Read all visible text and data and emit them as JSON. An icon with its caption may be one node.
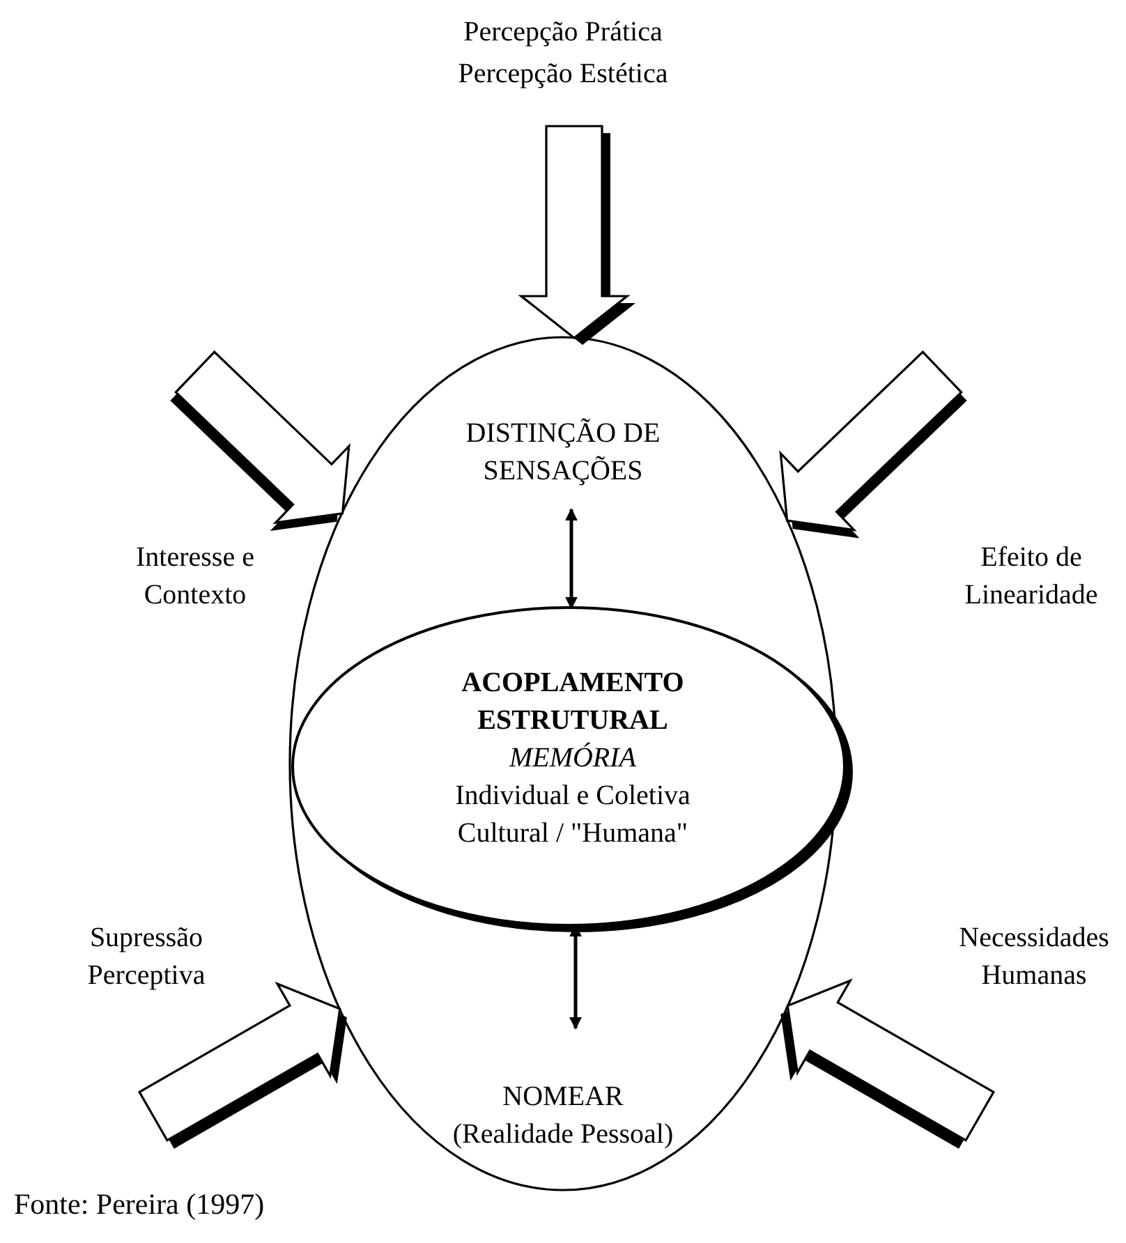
{
  "diagram": {
    "caption": "Fonte: Pereira (1997)",
    "nodes": [
      {
        "text": [],
        "shape": "ellipse"
      },
      {
        "text": [
          "DISTINÇÃO DE SENSAÇÕES"
        ],
        "in": 0
      },
      {
        "text": [
          "ACOPLAMENTO ESTRUTURAL",
          "MEMÓRIA",
          "Individual e Coletiva Cultural / \"Humana\""
        ],
        "in": 0
      },
      {
        "text": [
          "NOMEAR",
          "(Realidade Pessoal)"
        ],
        "in": 0
      },
      {
        "text": [
          "Percepção Prática Percepção Estética"
        ]
      },
      {
        "text": [
          "Interesse e Contexto"
        ]
      },
      {
        "text": [
          "Efeito de Linearidade"
        ]
      },
      {
        "text": [
          "Supressão Perceptiva"
        ]
      },
      {
        "text": [
          "Necessidades Humanas"
        ]
      }
    ],
    "edges": [
      {
        "from": 1,
        "to": 2,
        "arrow": "both"
      },
      {
        "from": 2,
        "to": 3,
        "arrow": "both"
      },
      {
        "from": 4,
        "to": 0,
        "arrow": "to",
        "style": "thick"
      },
      {
        "from": 5,
        "to": 0,
        "arrow": "to",
        "style": "thick"
      },
      {
        "from": 6,
        "to": 0,
        "arrow": "to",
        "style": "thick"
      },
      {
        "from": 7,
        "to": 0,
        "arrow": "to",
        "style": "thick"
      },
      {
        "from": 8,
        "to": 0,
        "arrow": "to",
        "style": "thick"
      }
    ]
  }
}
